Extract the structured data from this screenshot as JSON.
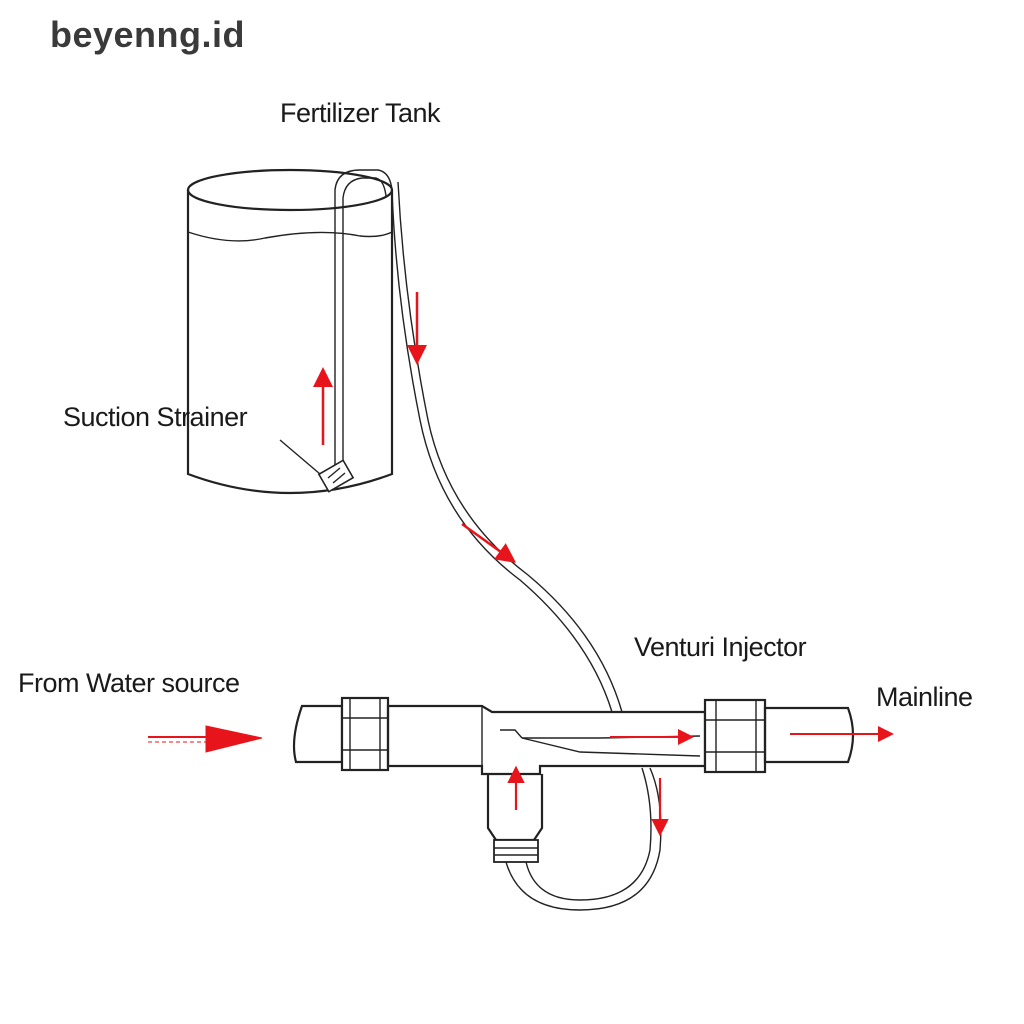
{
  "watermark": "beyenng.id",
  "labels": {
    "tank": "Fertilizer Tank",
    "strainer": "Suction Strainer",
    "venturi": "Venturi Injector",
    "source": "From Water source",
    "mainline": "Mainline"
  },
  "colors": {
    "flow_arrow": "#e8141c",
    "outline": "#222222"
  }
}
